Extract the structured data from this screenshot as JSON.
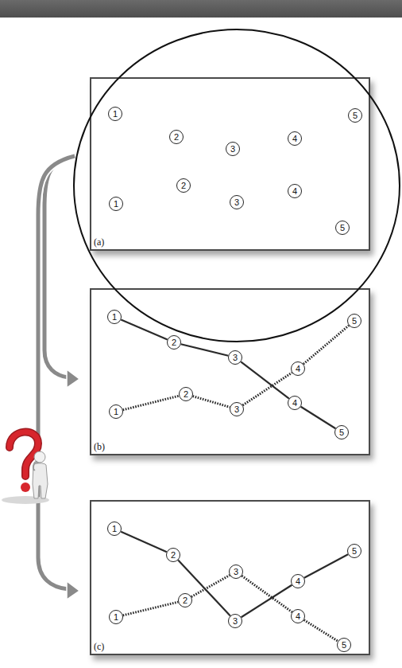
{
  "diagram": {
    "nodes": [
      {
        "text": [
          "(a)"
        ]
      },
      {
        "text": [
          "1"
        ],
        "in": 0
      },
      {
        "text": [
          "2"
        ],
        "in": 0
      },
      {
        "text": [
          "3"
        ],
        "in": 0
      },
      {
        "text": [
          "4"
        ],
        "in": 0
      },
      {
        "text": [
          "5"
        ],
        "in": 0
      },
      {
        "text": [
          "1"
        ],
        "in": 0
      },
      {
        "text": [
          "2"
        ],
        "in": 0
      },
      {
        "text": [
          "3"
        ],
        "in": 0
      },
      {
        "text": [
          "4"
        ],
        "in": 0
      },
      {
        "text": [
          "5"
        ],
        "in": 0
      },
      {
        "text": [
          "(b)"
        ]
      },
      {
        "text": [
          "1"
        ],
        "in": 11
      },
      {
        "text": [
          "2"
        ],
        "in": 11
      },
      {
        "text": [
          "3"
        ],
        "in": 11
      },
      {
        "text": [
          "4"
        ],
        "in": 11
      },
      {
        "text": [
          "5"
        ],
        "in": 11
      },
      {
        "text": [
          "1"
        ],
        "in": 11
      },
      {
        "text": [
          "2"
        ],
        "in": 11
      },
      {
        "text": [
          "3"
        ],
        "in": 11
      },
      {
        "text": [
          "4"
        ],
        "in": 11
      },
      {
        "text": [
          "5"
        ],
        "in": 11
      },
      {
        "text": [
          "(c)"
        ]
      },
      {
        "text": [
          "1"
        ],
        "in": 22
      },
      {
        "text": [
          "2"
        ],
        "in": 22
      },
      {
        "text": [
          "3"
        ],
        "in": 22
      },
      {
        "text": [
          "4"
        ],
        "in": 22
      },
      {
        "text": [
          "5"
        ],
        "in": 22
      },
      {
        "text": [
          "1"
        ],
        "in": 22
      },
      {
        "text": [
          "2"
        ],
        "in": 22
      },
      {
        "text": [
          "3"
        ],
        "in": 22
      },
      {
        "text": [
          "4"
        ],
        "in": 22
      },
      {
        "text": [
          "5"
        ],
        "in": 22
      }
    ],
    "edges": [
      {
        "from": 12,
        "to": 13,
        "arrow": "none"
      },
      {
        "from": 13,
        "to": 14,
        "arrow": "none"
      },
      {
        "from": 14,
        "to": 15,
        "arrow": "none"
      },
      {
        "from": 15,
        "to": 16,
        "arrow": "none"
      },
      {
        "from": 17,
        "to": 18,
        "arrow": "none"
      },
      {
        "from": 18,
        "to": 19,
        "arrow": "none"
      },
      {
        "from": 19,
        "to": 20,
        "arrow": "none"
      },
      {
        "from": 20,
        "to": 21,
        "arrow": "none"
      },
      {
        "from": 23,
        "to": 24,
        "arrow": "none"
      },
      {
        "from": 24,
        "to": 25,
        "arrow": "none"
      },
      {
        "from": 25,
        "to": 26,
        "arrow": "none"
      },
      {
        "from": 26,
        "to": 27,
        "arrow": "none"
      },
      {
        "from": 28,
        "to": 29,
        "arrow": "none"
      },
      {
        "from": 29,
        "to": 30,
        "arrow": "none"
      },
      {
        "from": 30,
        "to": 31,
        "arrow": "none"
      },
      {
        "from": 31,
        "to": 32,
        "arrow": "none"
      }
    ]
  }
}
